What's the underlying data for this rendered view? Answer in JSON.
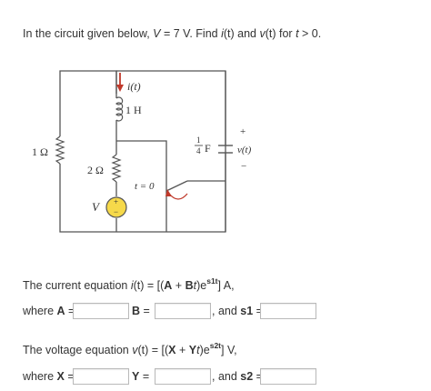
{
  "problem": {
    "intro_prefix": "In the circuit given below, ",
    "intro_v": "V",
    "intro_mid": " = 7 V. Find ",
    "intro_i": "i",
    "intro_t1": "(t) and ",
    "intro_v2": "v",
    "intro_t2": "(t) for ",
    "intro_t": "t",
    "intro_end": " > 0."
  },
  "circuit": {
    "current_label": "i(t)",
    "inductor_label": "1 H",
    "resistor1_label": "1 Ω",
    "resistor2_label": "2 Ω",
    "switch_label": "t = 0",
    "capacitor_num": "1",
    "capacitor_den": "4",
    "capacitor_unit": "F",
    "voltage_label": "v(t)",
    "plus": "+",
    "minus": "−",
    "source_label": "V"
  },
  "current_eq": {
    "prefix": "The current equation ",
    "lhs_i": "i",
    "lhs_t": "(t) = [(",
    "A": "A",
    "plus": " + ",
    "B": "B",
    "t": "t",
    "close": ")e",
    "exp": "s1t",
    "end": "] A,"
  },
  "current_answers": {
    "where": "where ",
    "A_label": "A",
    "B_label": "B",
    "eq": " =",
    "and": ", and ",
    "s1_label": "s1",
    "A_value": "",
    "B_value": "",
    "s1_value": ""
  },
  "voltage_eq": {
    "prefix": "The voltage equation ",
    "lhs_v": "v",
    "lhs_t": "(t) = [(",
    "X": "X",
    "plus": " + ",
    "Y": "Y",
    "t": "t",
    "close": ")e",
    "exp": "s2t",
    "end": "] V,"
  },
  "voltage_answers": {
    "where": "where ",
    "X_label": "X",
    "Y_label": "Y",
    "eq": " =",
    "and": ", and ",
    "s2_label": "s2",
    "X_value": "",
    "Y_value": "",
    "s2_value": ""
  },
  "colors": {
    "arrow": "#c0392b",
    "source_fill": "#f6d94a",
    "wire": "#555555"
  }
}
